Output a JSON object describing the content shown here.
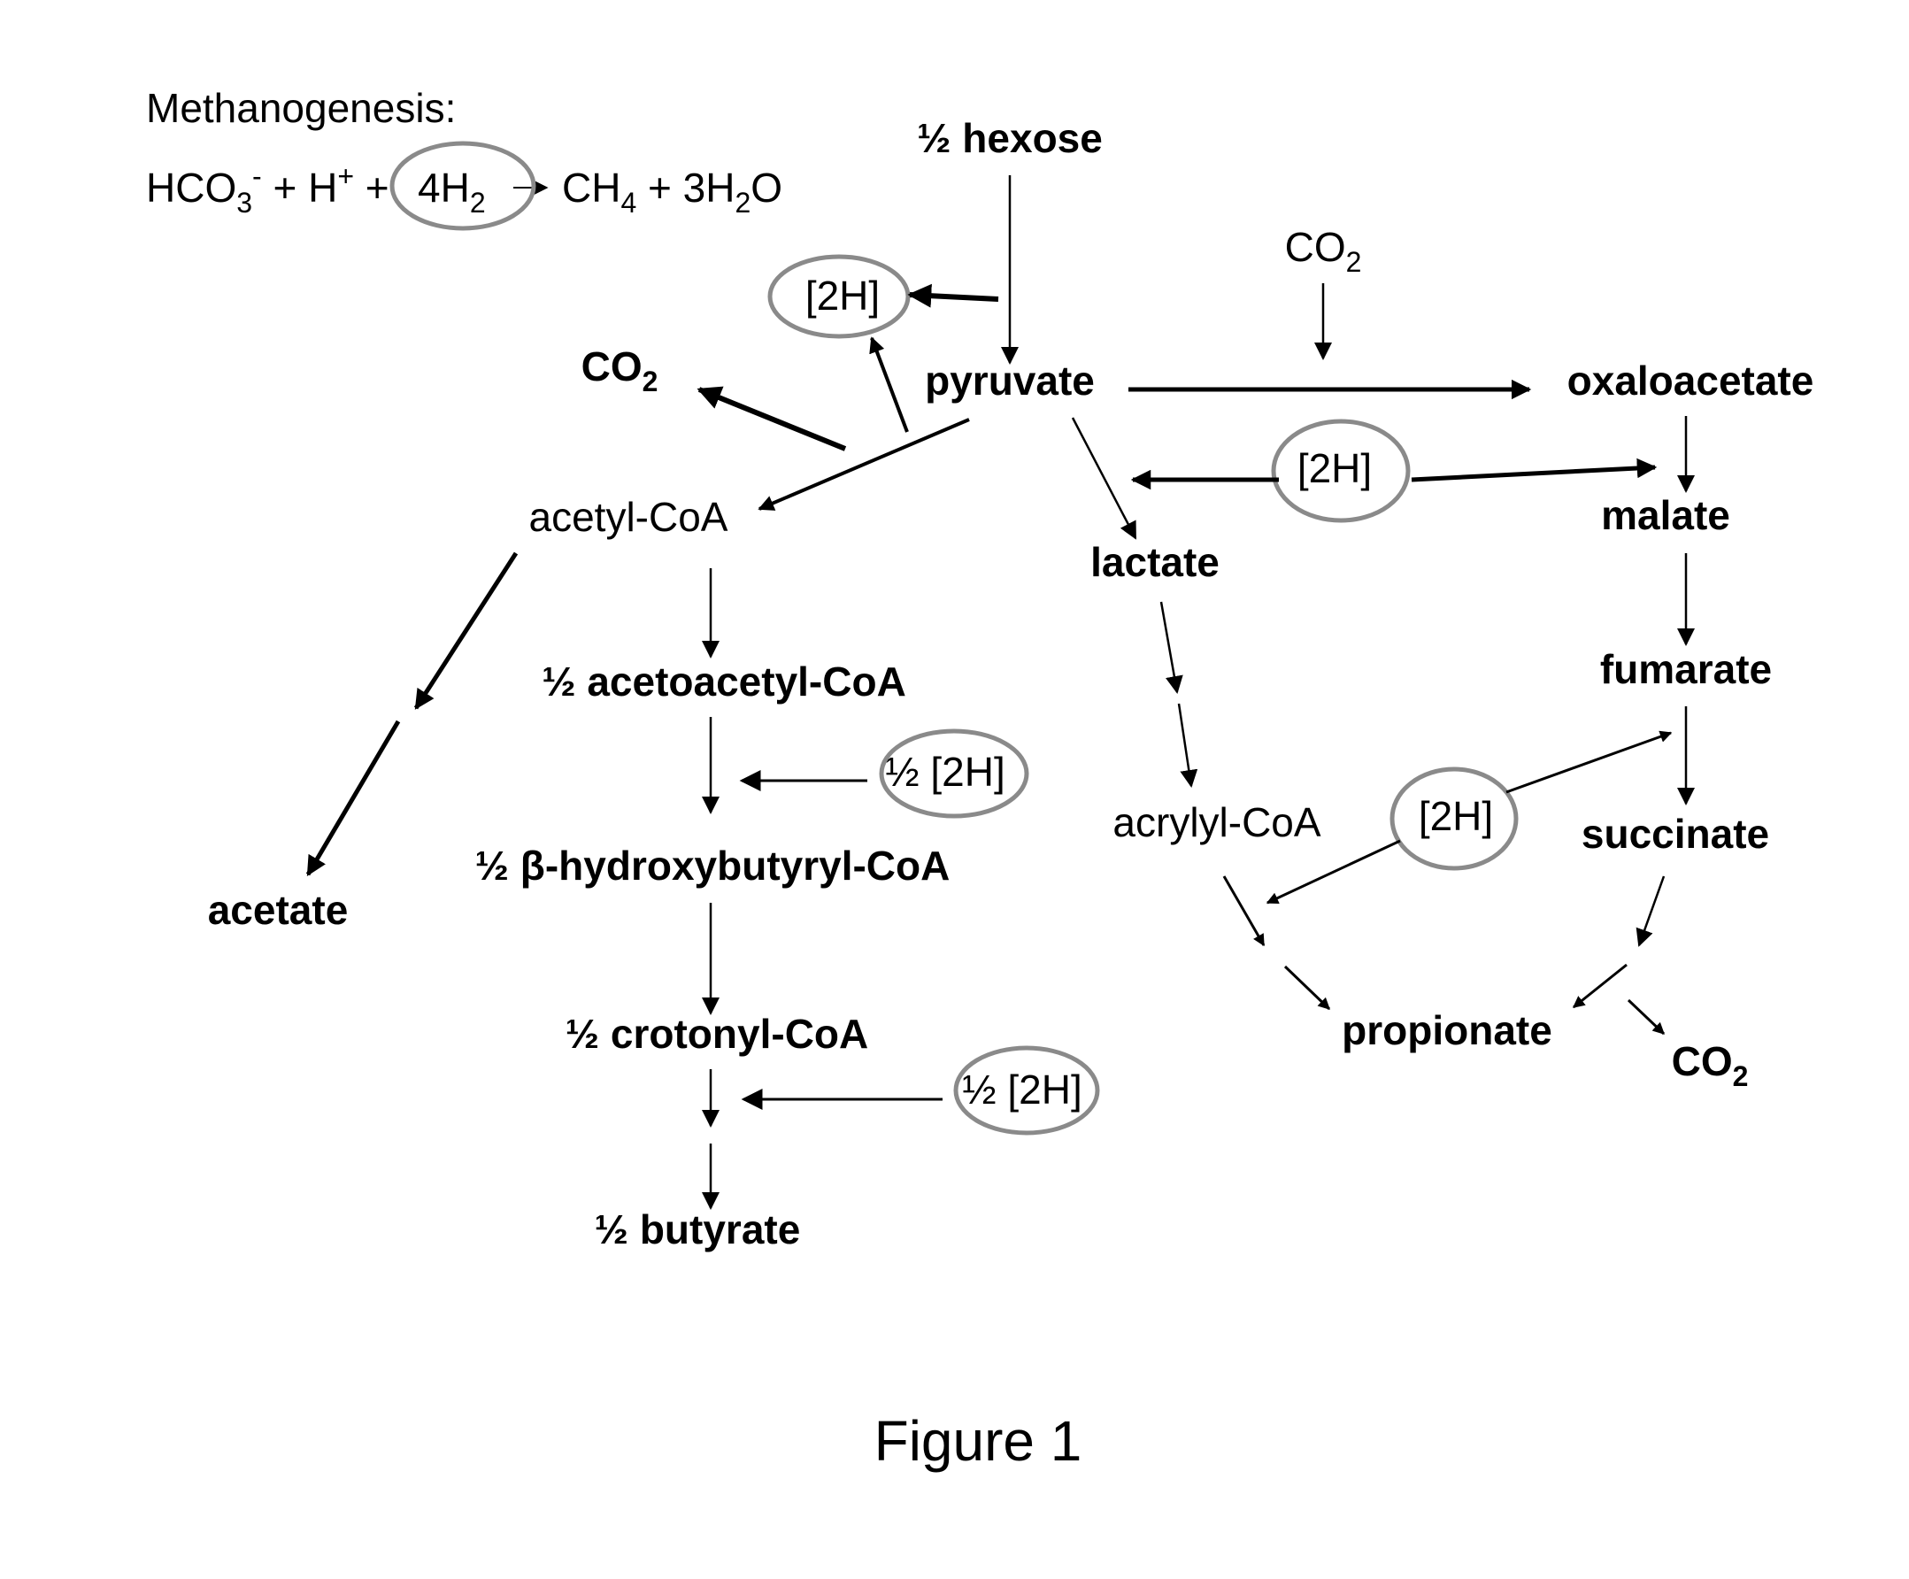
{
  "methanogenesis": {
    "title": "Methanogenesis:",
    "eq": {
      "hco": "HCO",
      "hco_sub": "3",
      "hco_sup": "-",
      "plus_h": " + H",
      "h_sup": "+",
      "plus": " + ",
      "h2": "4H",
      "h2_sub": "2",
      "ch4": "CH",
      "ch4_sub": "4",
      "tail": " + 3H",
      "h2o_sub": "2",
      "o": "O"
    }
  },
  "nodes": {
    "hexose": "½ hexose",
    "pyruvate": "pyruvate",
    "acetyl_coa": "acetyl-CoA",
    "acetate": "acetate",
    "acetoacetyl": "½ acetoacetyl-CoA",
    "hydroxybutyryl": "½ β-hydroxybutyryl-CoA",
    "crotonyl": "½ crotonyl-CoA",
    "butyrate": "½ butyrate",
    "lactate": "lactate",
    "acrylyl": "acrylyl-CoA",
    "oxaloacetate": "oxaloacetate",
    "malate": "malate",
    "fumarate": "fumarate",
    "succinate": "succinate",
    "propionate": "propionate"
  },
  "co2": {
    "base": "CO",
    "sub": "2"
  },
  "h2_tokens": {
    "full": "[2H]",
    "half": "½ [2H]"
  },
  "caption": "Figure 1",
  "colors": {
    "ink": "#000000",
    "ring": "#8a8a8a"
  }
}
